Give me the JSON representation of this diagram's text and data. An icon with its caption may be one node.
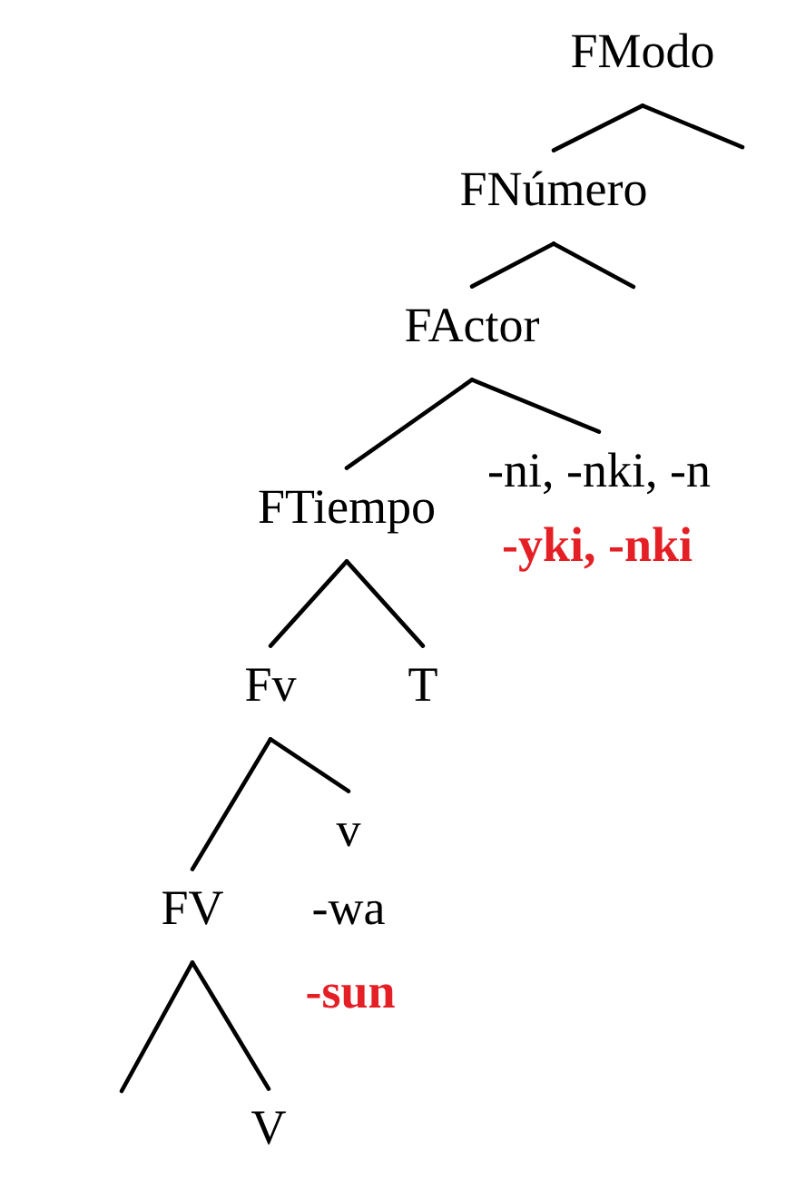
{
  "diagram": {
    "nodes": [
      {
        "text": [
          "FModo"
        ]
      },
      {
        "text": [
          "FNúmero"
        ]
      },
      {
        "text": [
          "FActor"
        ]
      },
      {
        "text": [
          "FTiempo"
        ]
      },
      {
        "text": [
          "-ni, -nki, -n",
          "-yki, -nki"
        ]
      },
      {
        "text": [
          "Fv"
        ]
      },
      {
        "text": [
          "T"
        ]
      },
      {
        "text": [
          "v",
          "-wa",
          "-sun"
        ]
      },
      {
        "text": [
          "FV"
        ]
      },
      {
        "text": [
          "V"
        ]
      }
    ],
    "edges": [
      {
        "from": 0,
        "to": 1,
        "arrow": "none"
      },
      {
        "from": 0,
        "to": null,
        "arrow": "none"
      },
      {
        "from": 1,
        "to": 2,
        "arrow": "none"
      },
      {
        "from": 1,
        "to": null,
        "arrow": "none"
      },
      {
        "from": 2,
        "to": 3,
        "arrow": "none"
      },
      {
        "from": 2,
        "to": 4,
        "arrow": "none"
      },
      {
        "from": 3,
        "to": 5,
        "arrow": "none"
      },
      {
        "from": 3,
        "to": 6,
        "arrow": "none"
      },
      {
        "from": 5,
        "to": 8,
        "arrow": "none"
      },
      {
        "from": 5,
        "to": 7,
        "arrow": "none"
      },
      {
        "from": 8,
        "to": null,
        "arrow": "none"
      },
      {
        "from": 8,
        "to": 9,
        "arrow": "none"
      }
    ]
  }
}
